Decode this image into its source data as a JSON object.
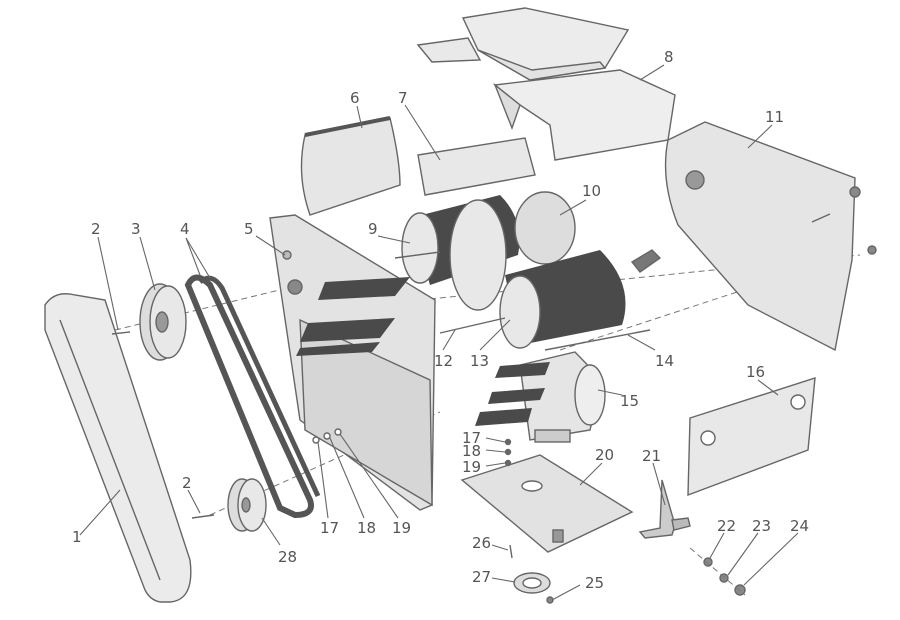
{
  "diagram": {
    "labels": [
      "1",
      "2",
      "3",
      "4",
      "5",
      "6",
      "7",
      "8",
      "9",
      "10",
      "11",
      "12",
      "13",
      "14",
      "15",
      "16",
      "17",
      "18",
      "19",
      "20",
      "21",
      "22",
      "23",
      "24",
      "25",
      "26",
      "27",
      "28"
    ]
  },
  "colors": {
    "part_fill": "#e8e8e8",
    "part_stroke": "#666666",
    "dark_fill": "#555555",
    "watermark": "#4a4a4a",
    "label": "#555555"
  }
}
